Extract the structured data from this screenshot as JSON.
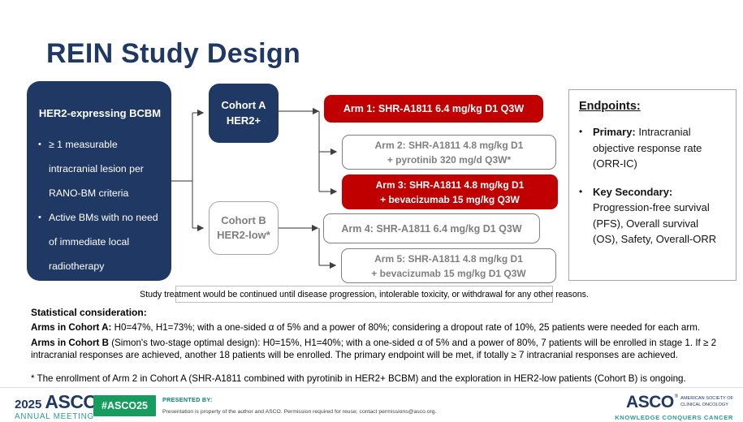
{
  "colors": {
    "navy": "#1F3864",
    "red": "#C00000",
    "outline_gray": "#7F7F7F",
    "teal": "#2E9C8F",
    "green": "#169C5F"
  },
  "slide": {
    "title": "REIN Study Design"
  },
  "diagram": {
    "population": {
      "title": "HER2-expressing BCBM",
      "bullets": [
        "≥ 1 measurable intracranial lesion per RANO-BM criteria",
        "Active BMs with no need of immediate local radiotherapy"
      ]
    },
    "cohort_a": {
      "line1": "Cohort A",
      "line2": "HER2+"
    },
    "cohort_b": {
      "line1": "Cohort B",
      "line2": "HER2-low*"
    },
    "arms": [
      {
        "line1": "Arm 1: SHR-A1811 6.4 mg/kg D1 Q3W"
      },
      {
        "line1": "Arm 2: SHR-A1811 4.8 mg/kg D1",
        "line2": "+ pyrotinib 320 mg/d Q3W*"
      },
      {
        "line1": "Arm 3: SHR-A1811 4.8 mg/kg D1",
        "line2": "+ bevacizumab 15 mg/kg Q3W"
      },
      {
        "line1": "Arm 4: SHR-A1811 6.4 mg/kg D1 Q3W"
      },
      {
        "line1": "Arm 5: SHR-A1811 4.8 mg/kg D1",
        "line2": "+ bevacizumab 15 mg/kg D1 Q3W"
      }
    ],
    "treatment_note": "Study treatment would be continued until disease progression, intolerable toxicity, or withdrawal for any other reasons."
  },
  "endpoints": {
    "title": "Endpoints:",
    "items": [
      {
        "lead": "Primary:",
        "text": " Intracranial objective response rate (ORR-IC)"
      },
      {
        "lead": "Key Secondary:",
        "text": " Progression-free survival (PFS), Overall survival (OS), Safety, Overall-ORR"
      }
    ]
  },
  "statistics": {
    "heading": "Statistical consideration:",
    "cohort_a_lead": "Arms in Cohort A:",
    "cohort_a_text": " H0=47%, H1=73%; with a one-sided α of 5% and a power of 80%; considering a dropout rate of 10%, 25 patients were needed for each arm.",
    "cohort_b_lead": "Arms in Cohort B",
    "cohort_b_text": " (Simon's two-stage optimal design): H0=15%, H1=40%; with a one-sided α of 5% and a power of 80%, 7 patients will be enrolled in stage 1. If ≥ 2 intracranial responses are achieved, another 18 patients will be enrolled. The primary endpoint will be met, if totally ≥ 7 intracranial responses are achieved.",
    "footnote": "* The enrollment of Arm 2 in Cohort A (SHR-A1811 combined with pyrotinib in HER2+ BCBM) and the exploration in HER2-low patients (Cohort B) is ongoing."
  },
  "footer": {
    "meeting_year": "2025",
    "meeting_org": "ASCO",
    "meeting_name": "ANNUAL MEETING",
    "hashtag": "#ASCO25",
    "presented_by_label": "PRESENTED BY:",
    "permission_text": "Presentation is property of the author and ASCO. Permission required for reuse; contact permissions@asco.org.",
    "logo_name": "ASCO",
    "logo_society_line1": "AMERICAN SOCIETY OF",
    "logo_society_line2": "CLINICAL ONCOLOGY",
    "logo_tagline": "KNOWLEDGE CONQUERS CANCER"
  }
}
